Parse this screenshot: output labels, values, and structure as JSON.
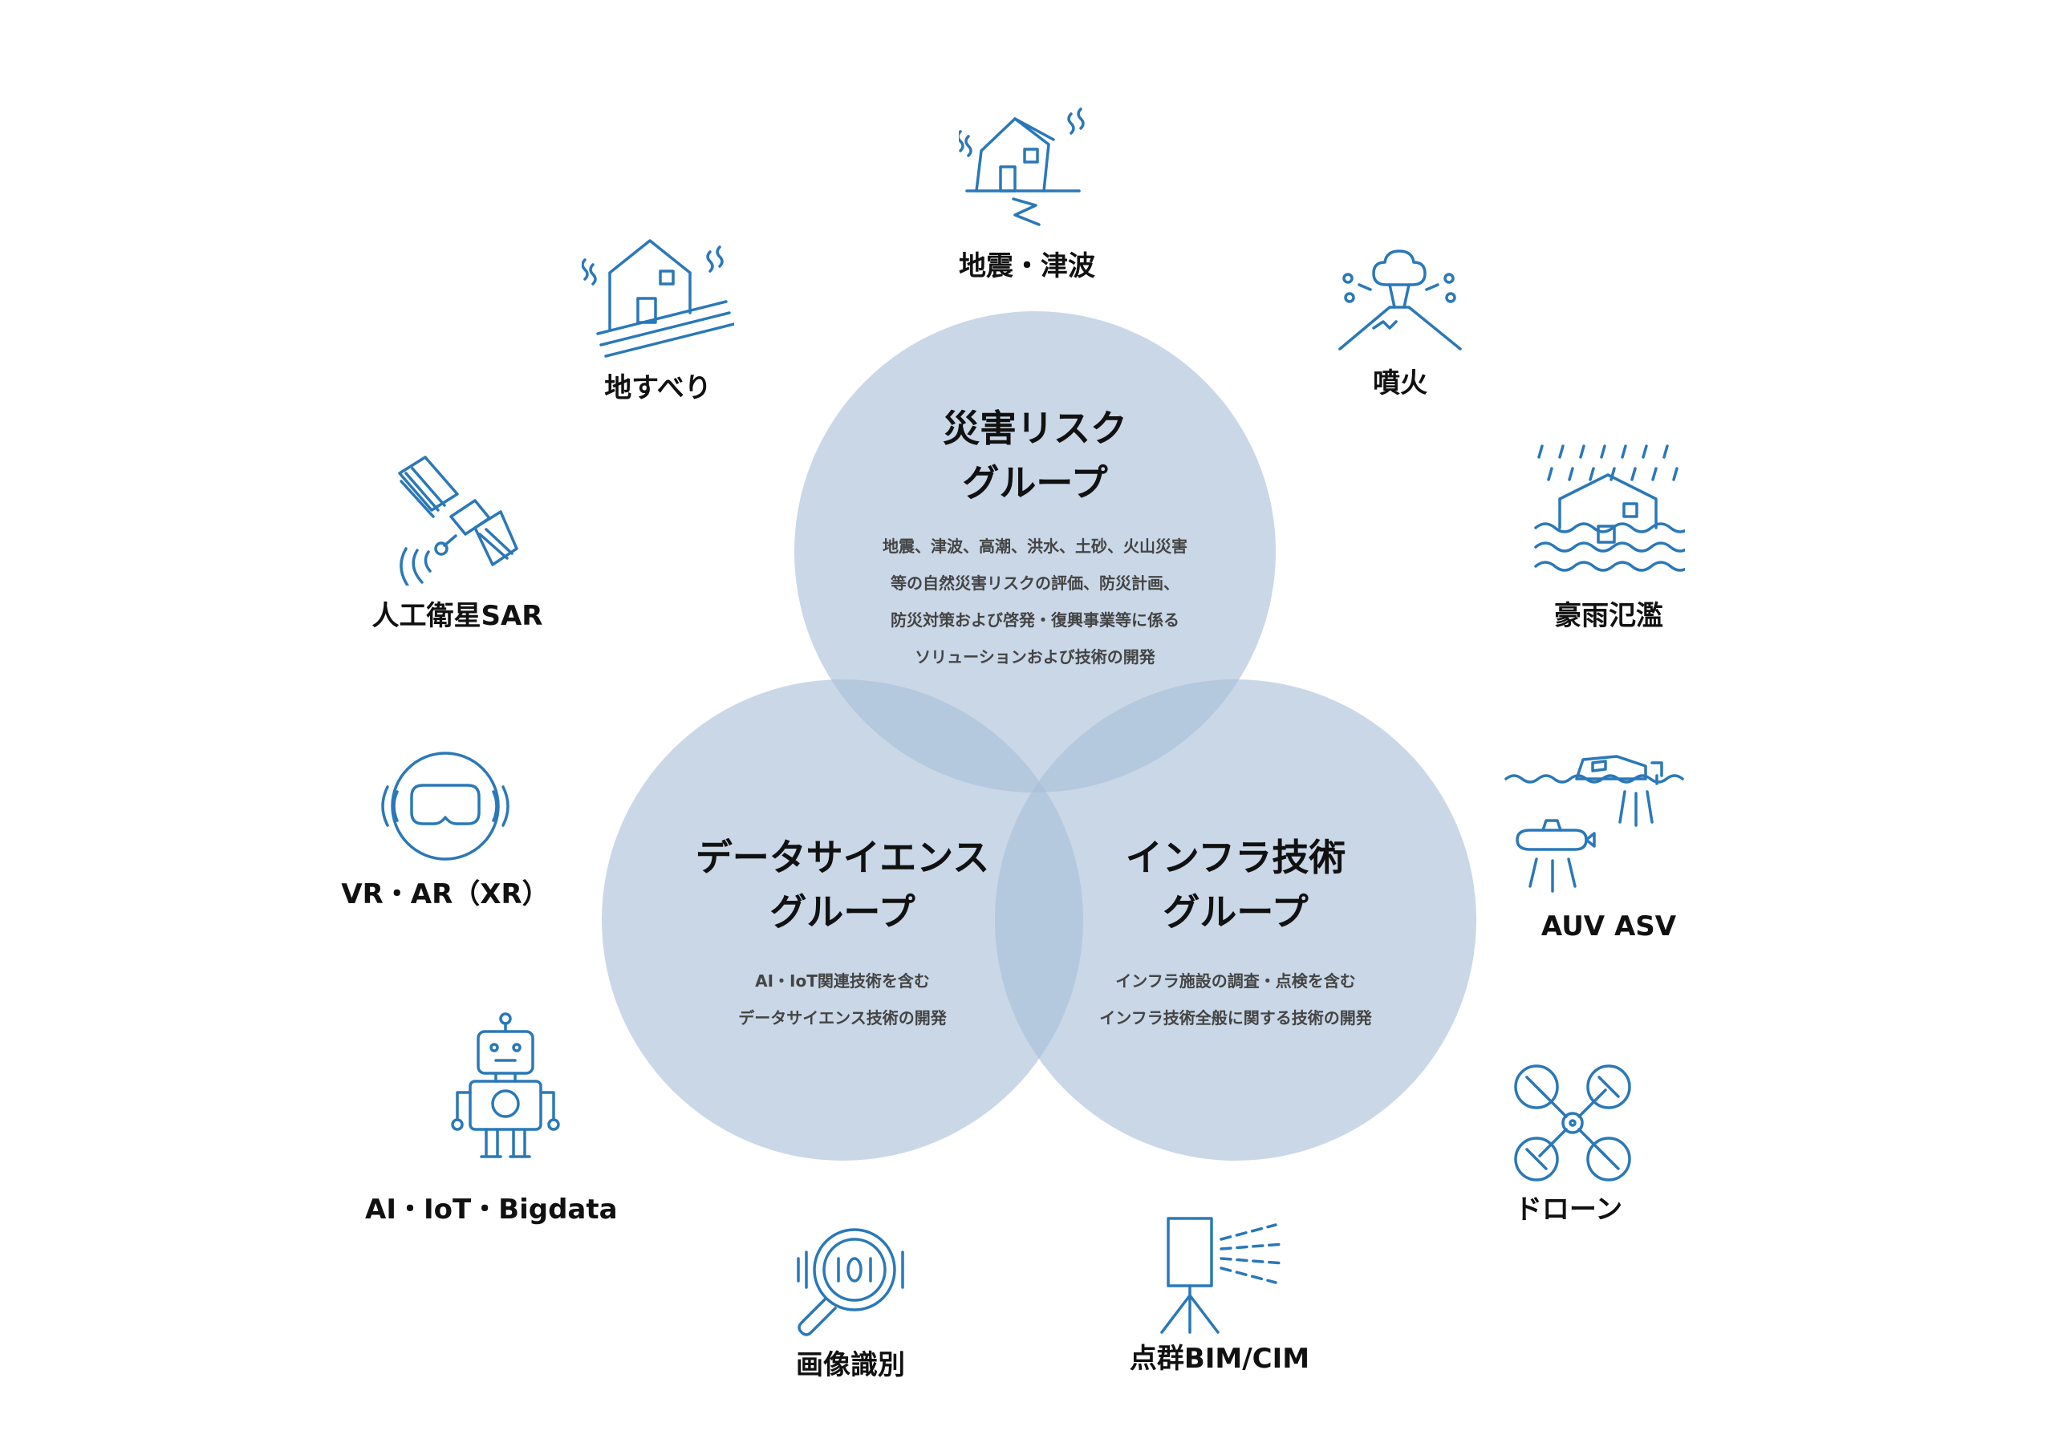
{
  "groups": {
    "top": {
      "title_line1": "災害リスク",
      "title_line2": "グループ",
      "desc": [
        "地震、津波、高潮、洪水、土砂、火山災害",
        "等の自然災害リスクの評価、防災計画、",
        "防災対策および啓発・復興事業等に係る",
        "ソリューションおよび技術の開発"
      ]
    },
    "left": {
      "title_line1": "データサイエンス",
      "title_line2": "グループ",
      "desc": [
        "AI・IoT関連技術を含む",
        "データサイエンス技術の開発"
      ]
    },
    "right": {
      "title_line1": "インフラ技術",
      "title_line2": "グループ",
      "desc": [
        "インフラ施設の調査・点検を含む",
        "インフラ技術全般に関する技術の開発"
      ]
    }
  },
  "items": {
    "earthquake": {
      "label": "地震・津波",
      "icon": "earthquake-house-icon"
    },
    "landslide": {
      "label": "地すべり",
      "icon": "landslide-house-icon"
    },
    "volcano": {
      "label": "噴火",
      "icon": "volcano-icon"
    },
    "satellite": {
      "label": "人工衛星SAR",
      "icon": "satellite-icon"
    },
    "flood": {
      "label": "豪雨氾濫",
      "icon": "flood-house-icon"
    },
    "vr": {
      "label": "VR・AR（XR）",
      "icon": "vr-headset-icon"
    },
    "auv": {
      "label": "AUV ASV",
      "icon": "boat-submarine-icon"
    },
    "ai": {
      "label": "AI・IoT・Bigdata",
      "icon": "robot-icon"
    },
    "drone": {
      "label": "ドローン",
      "icon": "drone-icon"
    },
    "image": {
      "label": "画像識別",
      "icon": "magnifier-binary-icon"
    },
    "pointcloud": {
      "label": "点群BIM/CIM",
      "icon": "laser-scanner-icon"
    }
  },
  "colors": {
    "icon": "#2a78b8",
    "circle": "#a8bed9"
  }
}
